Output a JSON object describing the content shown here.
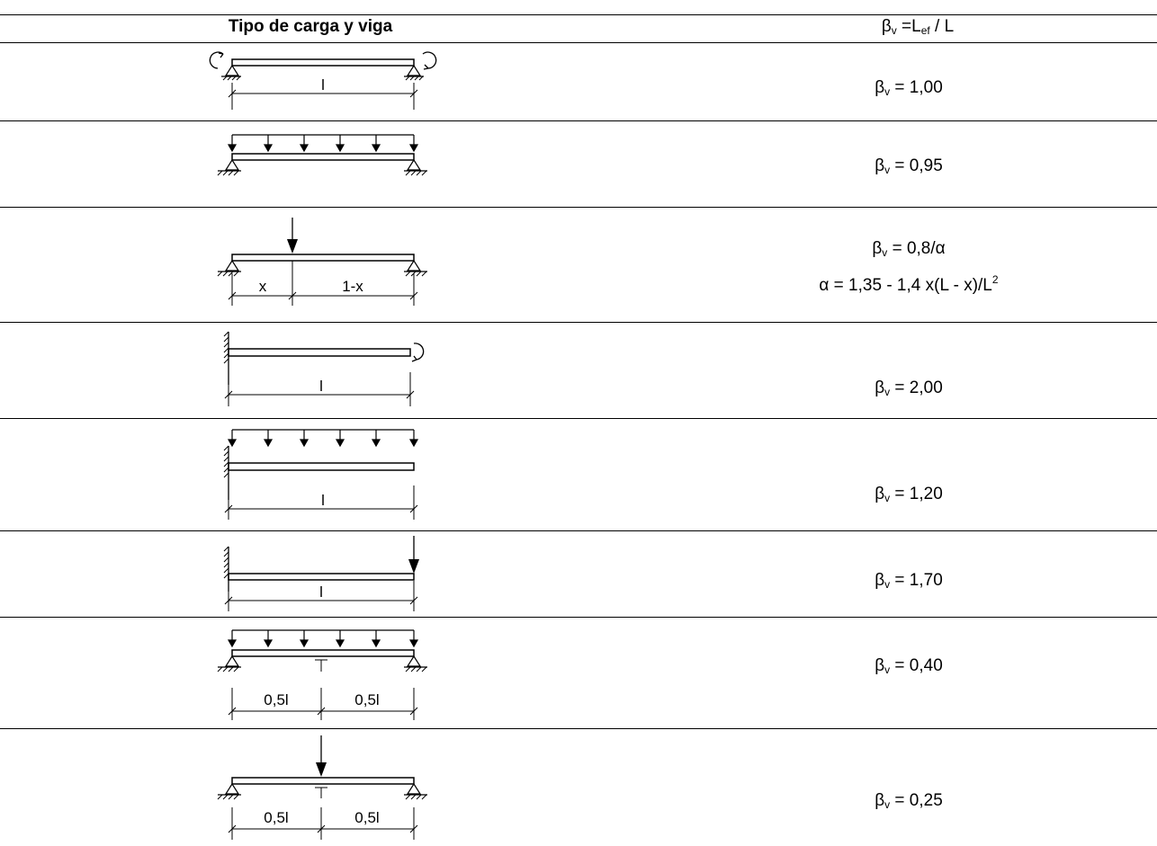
{
  "table": {
    "headers": {
      "left": "Tipo de carga y viga",
      "right_beta": "β",
      "right_sub": "v",
      "right_mid": " =L",
      "right_sub2": "ef",
      "right_tail": " / L"
    },
    "rows": [
      {
        "beta": "β",
        "sub": "v",
        "value": "  = 1,00",
        "dim_labels": [
          "l"
        ]
      },
      {
        "beta": "β",
        "sub": "v",
        "value": "  = 0,95",
        "dim_labels": []
      },
      {
        "beta": "β",
        "sub": "v",
        "value": " = 0,8/α",
        "line2_pre": "α = 1,35 - 1,4 x(L - x)/L",
        "line2_sup": "2",
        "dim_labels": [
          "x",
          "1-x"
        ]
      },
      {
        "beta": "β",
        "sub": "v",
        "value": "  = 2,00",
        "dim_labels": [
          "l"
        ]
      },
      {
        "beta": "β",
        "sub": "v",
        "value": " = 1,20",
        "dim_labels": [
          "l"
        ]
      },
      {
        "beta": "β",
        "sub": "v",
        "value": " = 1,70",
        "dim_labels": [
          "l"
        ]
      },
      {
        "beta": "β",
        "sub": "v",
        "value": " = 0,40",
        "dim_labels": [
          "0,5l",
          "0,5l"
        ]
      },
      {
        "beta": "β",
        "sub": "v",
        "value": " = 0,25",
        "dim_labels": [
          "0,5l",
          "0,5l"
        ]
      }
    ]
  }
}
